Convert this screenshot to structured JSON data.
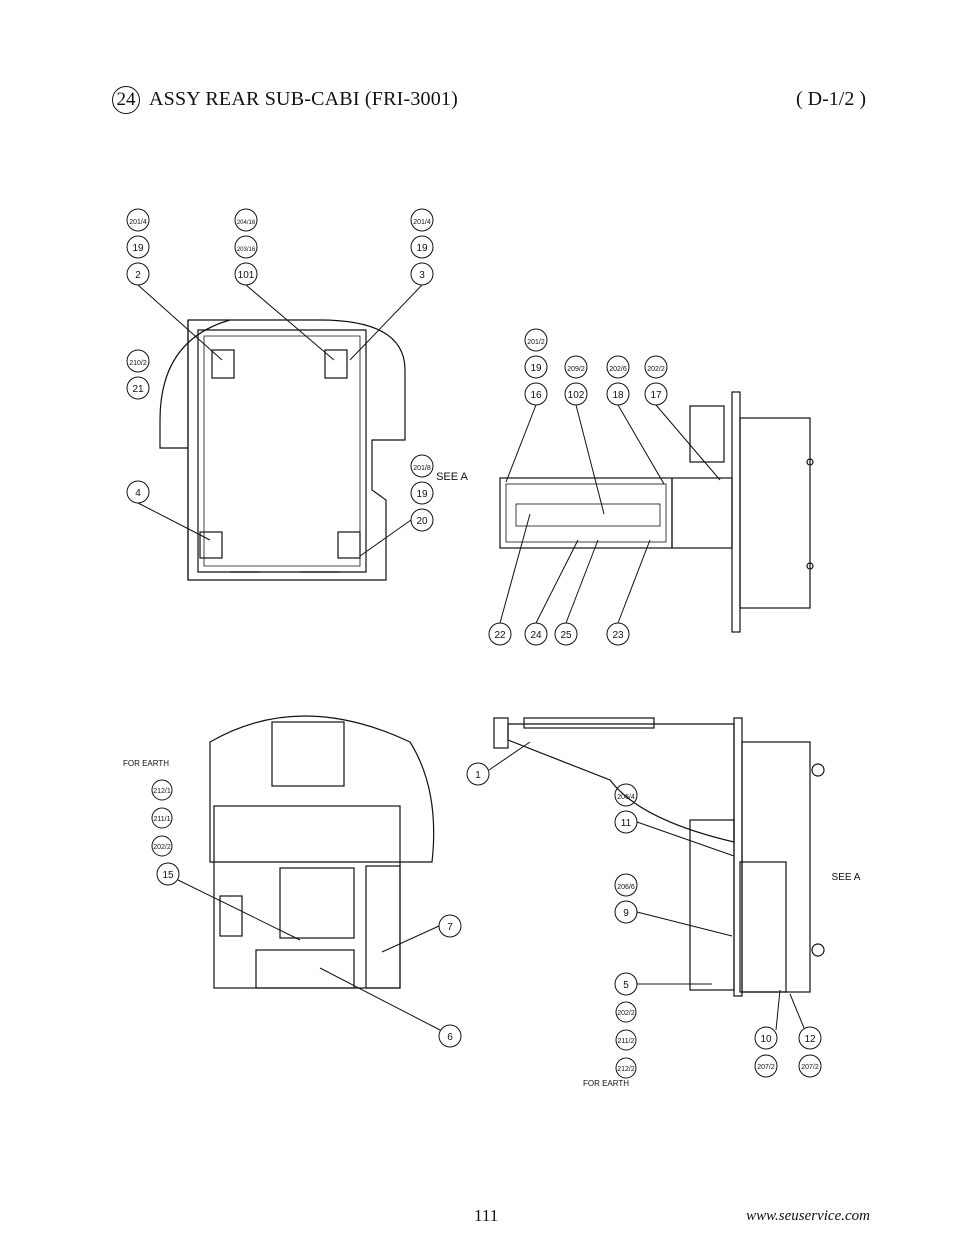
{
  "header": {
    "section_number": "24",
    "title": "ASSY REAR SUB-CABI (FRI-3001)",
    "code": "( D-1/2 )"
  },
  "balloons_top_view": [
    "2",
    "19",
    "201/4",
    "101",
    "203/16",
    "204/16",
    "3",
    "19",
    "201/4",
    "21",
    "210/2",
    "4",
    "20",
    "19",
    "201/8"
  ],
  "see_a_top": "SEE A",
  "balloons_side_view": [
    "16",
    "19",
    "201/2",
    "102",
    "209/2",
    "18",
    "202/6",
    "17",
    "202/2",
    "22",
    "24",
    "25",
    "23"
  ],
  "balloons_bottom_left": [
    "15",
    "202/2",
    "211/1",
    "212/1",
    "7",
    "6"
  ],
  "for_earth_left": "FOR EARTH",
  "balloons_bottom_right": [
    "1",
    "11",
    "206/4",
    "9",
    "206/6",
    "5",
    "202/2",
    "211/2",
    "212/2",
    "10",
    "207/2",
    "12",
    "207/2"
  ],
  "for_earth_right": "FOR EARTH",
  "see_a_bottom": "SEE A",
  "footer": {
    "page_number": "111",
    "website": "www.seuservice.com"
  }
}
